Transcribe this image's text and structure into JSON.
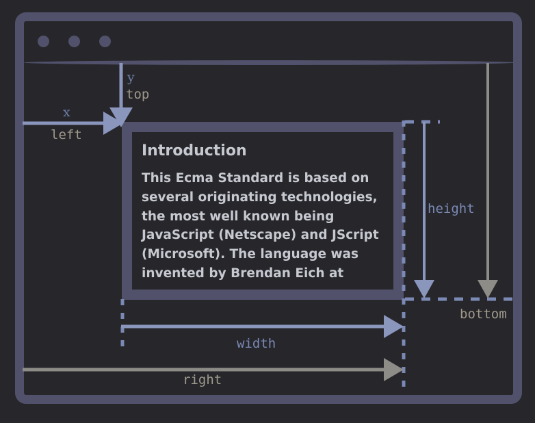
{
  "diagram": {
    "title": "CSS box geometry / DOMRect annotation diagram",
    "type": "annotated-browser-box-model"
  },
  "colors": {
    "page_background": "#26262b",
    "frame_border": "#51516b",
    "content_border": "#51516b",
    "text_primary": "#c7c9d1",
    "accent_blue": "#7b89b4",
    "accent_serif_blue": "#6e7fa8",
    "accent_tan": "#a09a8c",
    "arrow_blue": "#8b96bd",
    "arrow_gray": "#8e8c86",
    "dashed_line": "#7b89b4"
  },
  "browser": {
    "window_dots": [
      "dot-1",
      "dot-2",
      "dot-3"
    ],
    "dot_count": 3
  },
  "content": {
    "heading": "Introduction",
    "paragraph": "This Ecma Standard is based on several originating technologies, the most well known being JavaScript (Netscape) and JScript (Microsoft). The language was invented by Brendan Eich at"
  },
  "measurements": [
    {
      "id": "x",
      "label": "x",
      "alias": "left",
      "axis": "horizontal",
      "direction": "right",
      "color": "#8b96bd",
      "label_color": "#6e7fa8",
      "alias_color": "#a09a8c",
      "from": "viewport-left-edge",
      "to": "box-left-edge"
    },
    {
      "id": "y",
      "label": "y",
      "alias": "top",
      "axis": "vertical",
      "direction": "down",
      "color": "#8b96bd",
      "label_color": "#6e7fa8",
      "alias_color": "#a09a8c",
      "from": "viewport-top-edge",
      "to": "box-top-edge"
    },
    {
      "id": "width",
      "label": "width",
      "axis": "horizontal",
      "direction": "right",
      "color": "#8b96bd",
      "label_color": "#7b89b4",
      "from": "box-left-edge",
      "to": "box-right-edge"
    },
    {
      "id": "height",
      "label": "height",
      "axis": "vertical",
      "direction": "down",
      "color": "#8b96bd",
      "label_color": "#7b89b4",
      "from": "box-top-edge",
      "to": "box-bottom-edge"
    },
    {
      "id": "right",
      "label": "right",
      "axis": "horizontal",
      "direction": "right",
      "color": "#8e8c86",
      "label_color": "#a09a8c",
      "from": "viewport-left-edge",
      "to": "box-right-edge"
    },
    {
      "id": "bottom",
      "label": "bottom",
      "axis": "vertical",
      "direction": "down",
      "color": "#8e8c86",
      "label_color": "#a09a8c",
      "from": "viewport-top-edge",
      "to": "box-bottom-edge"
    }
  ],
  "labels": {
    "x": "x",
    "left": "left",
    "y": "y",
    "top": "top",
    "width": "width",
    "height": "height",
    "right": "right",
    "bottom": "bottom"
  }
}
